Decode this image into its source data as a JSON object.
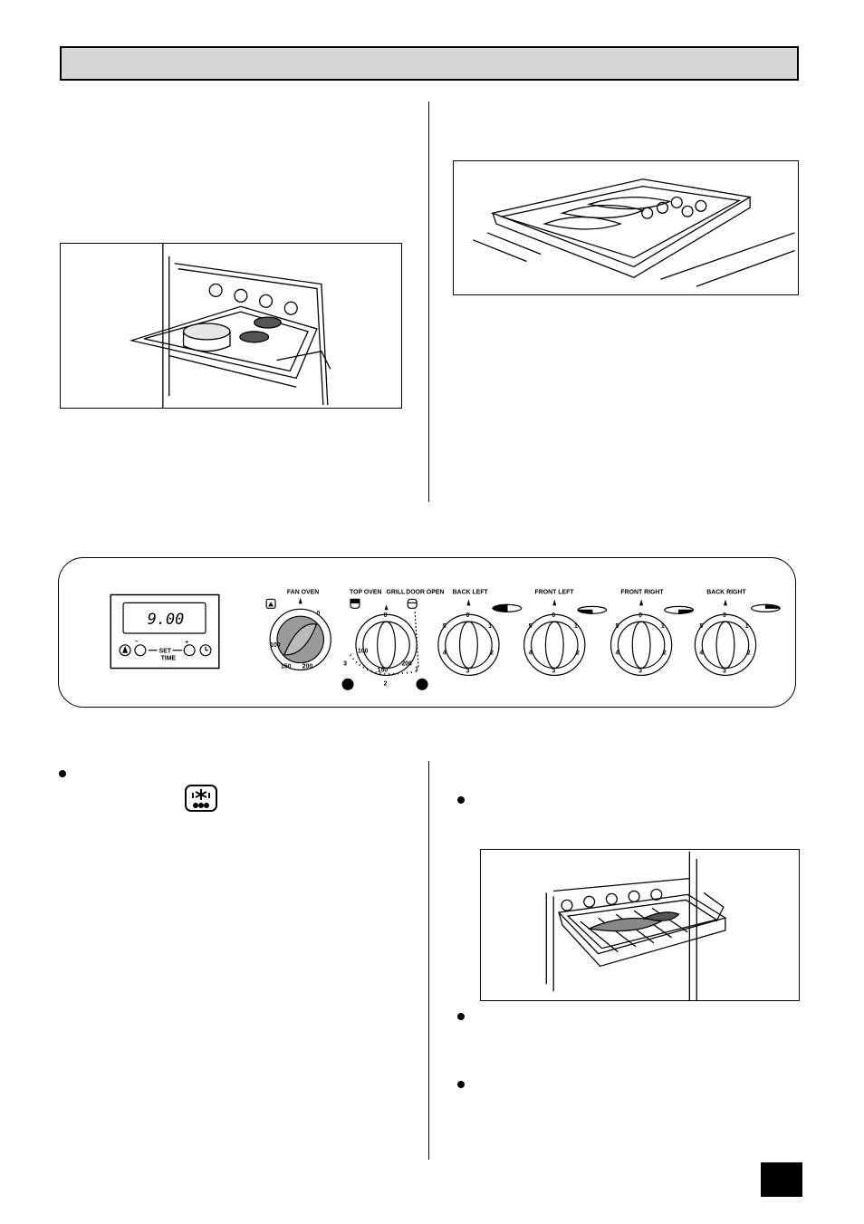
{
  "header": {
    "title": ""
  },
  "panel": {
    "clock": {
      "display": "9.00",
      "minus_symbol": "–",
      "plus_symbol": "+",
      "set_label": "SET",
      "time_label": "TIME"
    },
    "fan_oven": {
      "label": "FAN OVEN",
      "marks": [
        "0",
        "200",
        "150",
        "100"
      ]
    },
    "top_oven": {
      "label": "TOP OVEN",
      "marks": [
        "0",
        "100",
        "150",
        "200"
      ]
    },
    "grill": {
      "label": "GRILL",
      "door_label": "DOOR OPEN",
      "marks": [
        "3",
        "2",
        "1"
      ]
    },
    "hob_dials": [
      {
        "label": "BACK LEFT",
        "marks": [
          "0",
          "1",
          "2",
          "3",
          "4",
          "5"
        ]
      },
      {
        "label": "FRONT LEFT",
        "marks": [
          "0",
          "1",
          "2",
          "3",
          "4",
          "5"
        ]
      },
      {
        "label": "FRONT RIGHT",
        "marks": [
          "0",
          "1",
          "2",
          "3",
          "4",
          "5"
        ]
      },
      {
        "label": "BACK RIGHT",
        "marks": [
          "0",
          "1",
          "2",
          "3",
          "4",
          "5"
        ]
      }
    ]
  },
  "icons": {
    "fan": "fan-icon",
    "alarm": "bell-icon",
    "clock": "clock-icon",
    "defrost": "defrost-icon",
    "top_oven": "top-oven-icon",
    "grill": "grill-icon"
  },
  "colors": {
    "header_fill": "#d6d6d6",
    "fan_dial_fill": "#9a9a9a",
    "page_box": "#000000"
  }
}
